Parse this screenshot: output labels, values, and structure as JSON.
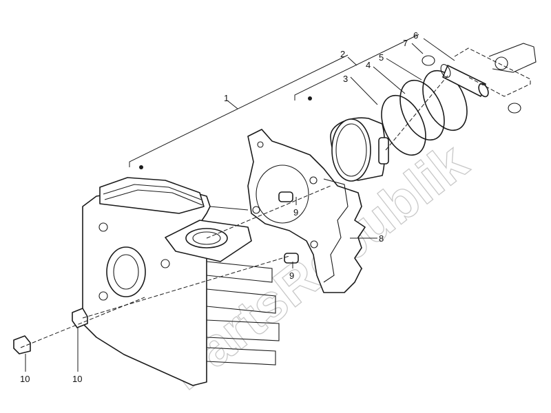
{
  "watermark": "PartsRepublik",
  "colors": {
    "line": "#1a1a1a",
    "watermark": "#c8c8c8",
    "background": "#ffffff"
  },
  "callouts": {
    "c1": "1",
    "c2": "2",
    "c3": "3",
    "c4": "4",
    "c5": "5",
    "c6": "6",
    "c7": "7",
    "c8": "8",
    "c9a": "9",
    "c9b": "9",
    "c10a": "10",
    "c10b": "10"
  }
}
